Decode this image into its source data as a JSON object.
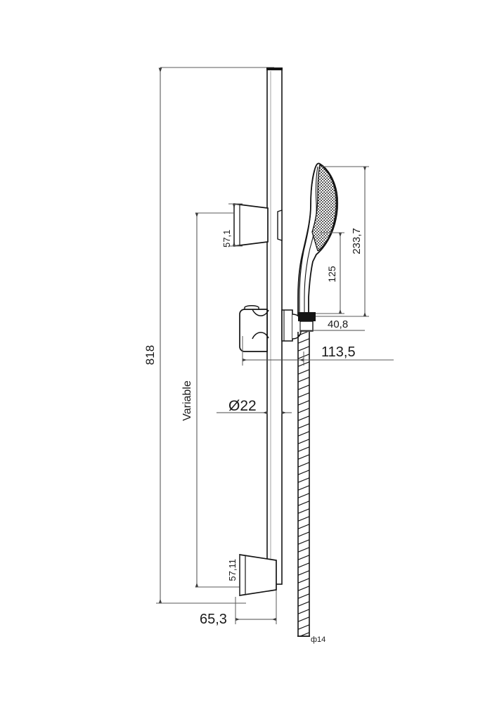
{
  "document": {
    "type": "technical-drawing",
    "subject": "Shower slide rail kit with hand shower and flexible hose",
    "view": "side elevation",
    "units": "mm",
    "decimal_separator": "comma",
    "background_color": "#ffffff",
    "line_color": "#1a1a1a",
    "dimension_color": "#555555"
  },
  "dimensions": {
    "overall_height": {
      "label": "818",
      "orientation": "vertical",
      "description": "overall rail height from top of rail to bottom bracket base"
    },
    "variable_span": {
      "label": "Variable",
      "orientation": "vertical",
      "description": "adjustable sliding range between upper and lower brackets"
    },
    "upper_bracket_height": {
      "label": "57,1",
      "orientation": "vertical",
      "description": "upper wall bracket height"
    },
    "lower_bracket_height": {
      "label": "57,11",
      "orientation": "vertical",
      "description": "lower wall bracket height"
    },
    "bracket_projection": {
      "label": "65,3",
      "orientation": "horizontal",
      "description": "lower bracket projection from wall"
    },
    "rail_diameter": {
      "label": "Ø22",
      "orientation": "horizontal",
      "description": "slide rail tube diameter"
    },
    "handset_length": {
      "label": "233,7",
      "orientation": "vertical",
      "description": "total hand shower length"
    },
    "handle_length": {
      "label": "125",
      "orientation": "vertical",
      "description": "hand shower handle length"
    },
    "handset_width": {
      "label": "40,8",
      "orientation": "horizontal",
      "description": "hand shower base connector width"
    },
    "total_projection": {
      "label": "113,5",
      "orientation": "horizontal",
      "description": "total projection from wall to hose centre"
    },
    "hose_diameter": {
      "label": "ф14",
      "orientation": "horizontal",
      "description": "flexible hose diameter"
    }
  },
  "components": [
    {
      "name": "slide-rail",
      "description": "vertical round tube rail"
    },
    {
      "name": "upper-wall-bracket",
      "description": "tapered conical wall mount, top"
    },
    {
      "name": "lower-wall-bracket",
      "description": "tapered conical wall mount, bottom"
    },
    {
      "name": "slider-holder",
      "description": "adjustable handset holder clamp on rail"
    },
    {
      "name": "hand-shower",
      "description": "curved hand shower with perforated spray face"
    },
    {
      "name": "flexible-hose",
      "description": "ribbed flexible shower hose"
    }
  ]
}
